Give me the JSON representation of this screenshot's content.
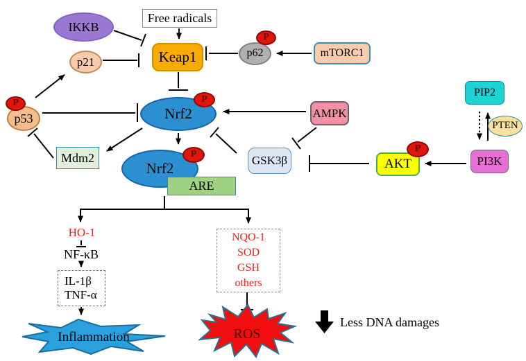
{
  "nodes": {
    "free_radicals": {
      "label": "Free radicals"
    },
    "ikkb": {
      "label": "IKKB"
    },
    "keap1": {
      "label": "Keap1"
    },
    "p62": {
      "label": "p62"
    },
    "mtorc1": {
      "label": "mTORC1"
    },
    "p21": {
      "label": "p21"
    },
    "p53": {
      "label": "p53"
    },
    "nrf2_top": {
      "label": "Nrf2"
    },
    "nrf2_bottom": {
      "label": "Nrf2"
    },
    "ampk": {
      "label": "AMPK"
    },
    "mdm2": {
      "label": "Mdm2"
    },
    "are": {
      "label": "ARE"
    },
    "gsk3b": {
      "label": "GSK3β"
    },
    "akt": {
      "label": "AKT"
    },
    "pi3k": {
      "label": "PI3K"
    },
    "pip2": {
      "label": "PIP2"
    },
    "pten": {
      "label": "PTEN"
    },
    "phospho": {
      "label": "P"
    },
    "ho1": {
      "label": "HO-1"
    },
    "nfkb": {
      "label": "NF-κB"
    },
    "cytokines": {
      "lines": [
        "IL-1β",
        "TNF-α"
      ]
    },
    "inflammation": {
      "label": "Inflammation"
    },
    "antioxidants": {
      "lines": [
        "NQO-1",
        "SOD",
        "GSH",
        "others"
      ]
    },
    "ros": {
      "label": "ROS"
    },
    "less_dna_damages": {
      "label": "Less DNA damages"
    }
  },
  "colors": {
    "ikkb_fill": "#9b79d2",
    "ikkb_border": "#8263c6",
    "free_radicals_fill": "#ffffff",
    "free_radicals_border": "#8c8c8c",
    "keap1_fill": "#f8ab03",
    "keap1_border": "#d18f00",
    "p62_fill": "#b0b0b0",
    "p62_border": "#828282",
    "mtorc1_fill": "#f8cbad",
    "mtorc1_border": "#3f8fa8",
    "p21_fill": "#f8cbad",
    "p21_border": "#c08c5a",
    "p53_fill": "#f5bd8e",
    "p53_border": "#c08040",
    "nrf2_fill": "#2a90cf",
    "nrf2_border": "#1565a8",
    "ampk_fill": "#f291a6",
    "ampk_border": "#666666",
    "mdm2_fill": "#e2efda",
    "mdm2_border": "#2e9097",
    "gsk3b_fill": "#dbe7f5",
    "gsk3b_border": "#5b8ec4",
    "are_fill": "#9fd383",
    "are_border": "#3a8d9e",
    "akt_fill": "#feff00",
    "akt_border": "#4caf50",
    "pi3k_fill": "#e570d5",
    "pi3k_border": "#707070",
    "pip2_fill": "#1fd2d4",
    "pip2_border": "#0e8f97",
    "pten_fill": "#f7e0a0",
    "pten_border": "#2e9097",
    "phospho_fill": "#e0150b",
    "phospho_border": "#8f0b06",
    "phospho_text": "#5c0b05",
    "inflammation_fill": "#2aa0dc",
    "inflammation_border": "#1a6d9e",
    "ros_fill": "#f10e0e",
    "ros_border": "#2e6e8e",
    "ros_text": "#3b1010",
    "red_text": "#e8211b",
    "connector": "#000000"
  }
}
